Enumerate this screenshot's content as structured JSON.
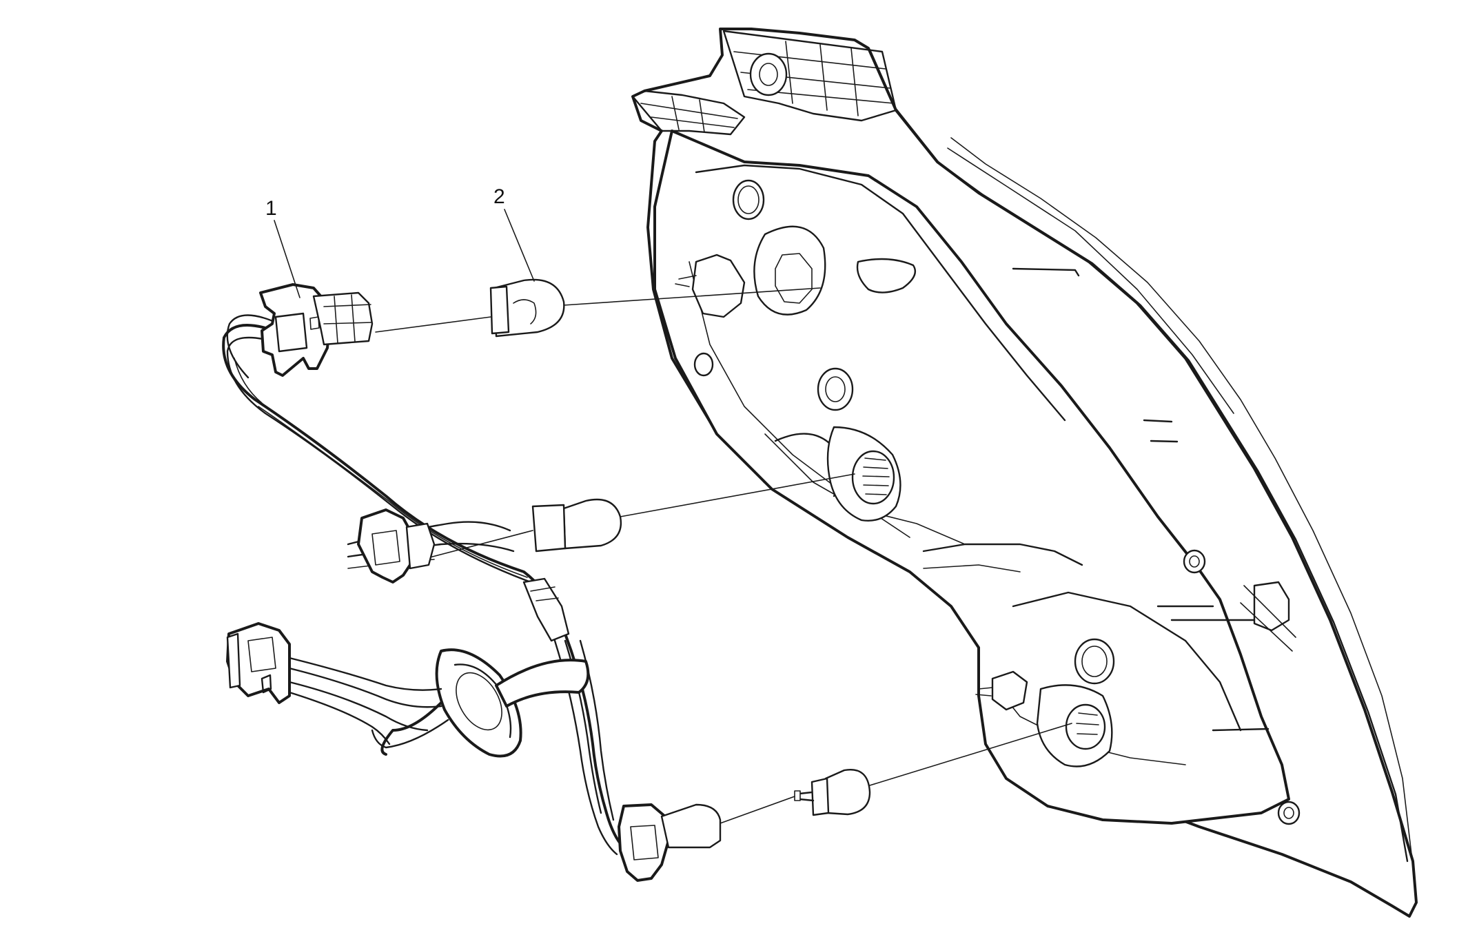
{
  "diagram": {
    "callouts": [
      {
        "id": "1",
        "label": "1",
        "target": "bulb-socket"
      },
      {
        "id": "2",
        "label": "2",
        "target": "bulb"
      }
    ],
    "components": [
      "tail-lamp-housing",
      "wiring-harness",
      "bulb-socket",
      "bulb",
      "harness-connector",
      "grommet"
    ]
  }
}
